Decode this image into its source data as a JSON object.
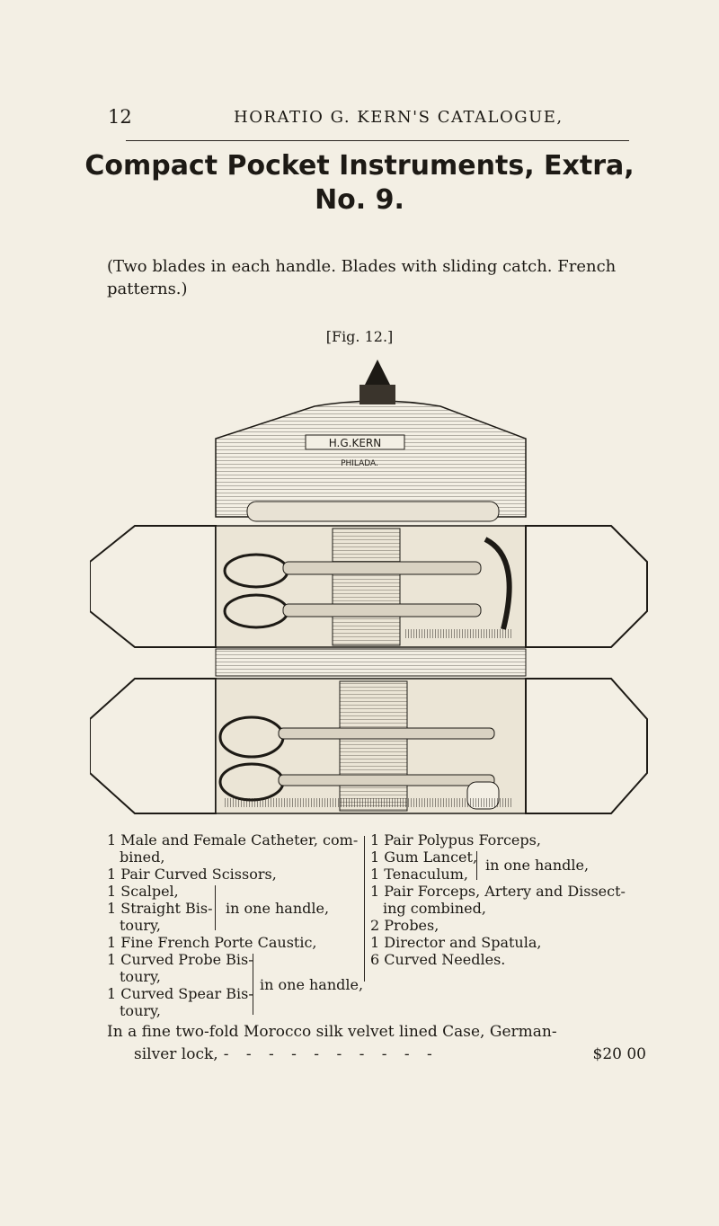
{
  "header": {
    "page_number": "12",
    "running_head": "HORATIO G. KERN'S CATALOGUE,"
  },
  "title": {
    "line1": "Compact Pocket Instruments, Extra,",
    "line2": "No. 9."
  },
  "subtitle": {
    "line1": "(Two blades in each handle. Blades with sliding catch. French",
    "line2": "patterns.)"
  },
  "figure": {
    "label": "[Fig. 12.]",
    "case_brand": "H.G.KERN",
    "case_city": "PHILADA."
  },
  "left_column": {
    "item1_line1": "1 Male and Female Catheter, com-",
    "item1_line2": "bined,",
    "item2": "1 Pair Curved Scissors,",
    "group1": {
      "line1": "1 Scalpel,",
      "line2": "1 Straight Bis-",
      "line3": "toury,",
      "note": "in one handle,"
    },
    "item3": "1 Fine French Porte Caustic,",
    "group2": {
      "line1": "1 Curved Probe Bis-",
      "line2": "toury,",
      "line3": "1 Curved Spear Bis-",
      "line4": "toury,",
      "note": "in one handle,"
    }
  },
  "right_column": {
    "item1": "1 Pair Polypus Forceps,",
    "group1": {
      "line1": "1 Gum Lancet,",
      "line2": "1 Tenaculum,",
      "note": "in one handle,"
    },
    "item2_line1": "1 Pair Forceps, Artery and Dissect-",
    "item2_line2": "ing combined,",
    "item3": "2 Probes,",
    "item4": "1 Director and Spatula,",
    "item5": "6 Curved Needles."
  },
  "footer": {
    "line1": "In a fine two-fold Morocco silk velvet lined Case, German-",
    "line2": "silver lock,",
    "dots": "- - - - - - - - - -",
    "price": "$20 00"
  }
}
